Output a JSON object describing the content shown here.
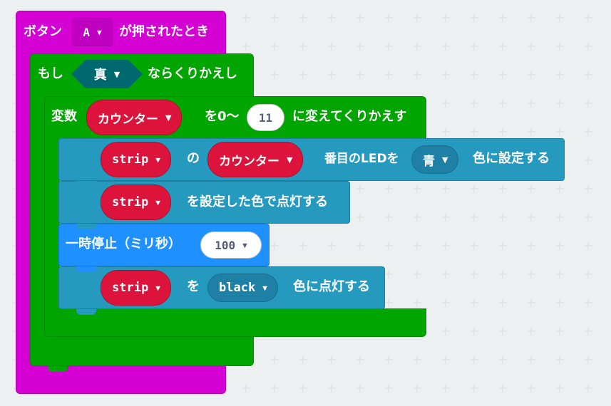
{
  "colors": {
    "input": "#d400d4",
    "loops": "#00a500",
    "leds": "#2699bf",
    "basic": "#1e90ff",
    "variable": "#dc143c",
    "logic": "#006970",
    "canvas": "#ecf0f1"
  },
  "event_block": {
    "label_prefix": "ボタン",
    "button_value": "A",
    "label_suffix": "が押されたとき"
  },
  "while_block": {
    "label_prefix": "もし",
    "condition": "真",
    "label_suffix": "ならくりかえし"
  },
  "for_block": {
    "label_prefix": "変数",
    "variable": "カウンター",
    "label_middle": "を0〜",
    "end_value": "11",
    "label_suffix": "に変えてくりかえす"
  },
  "set_pixel_block": {
    "strip": "strip",
    "label_no": "の",
    "index_var": "カウンター",
    "label_middle": "番目のLEDを",
    "color": "青",
    "label_suffix": "色に設定する"
  },
  "show_block": {
    "strip": "strip",
    "label": "を設定した色で点灯する"
  },
  "pause_block": {
    "label": "一時停止（ミリ秒）",
    "value": "100"
  },
  "show_color_block": {
    "strip": "strip",
    "label_wo": "を",
    "color": "black",
    "label_suffix": "色に点灯する"
  },
  "icons": {
    "dropdown": "caret-down-icon",
    "caret_glyph": "▼"
  }
}
